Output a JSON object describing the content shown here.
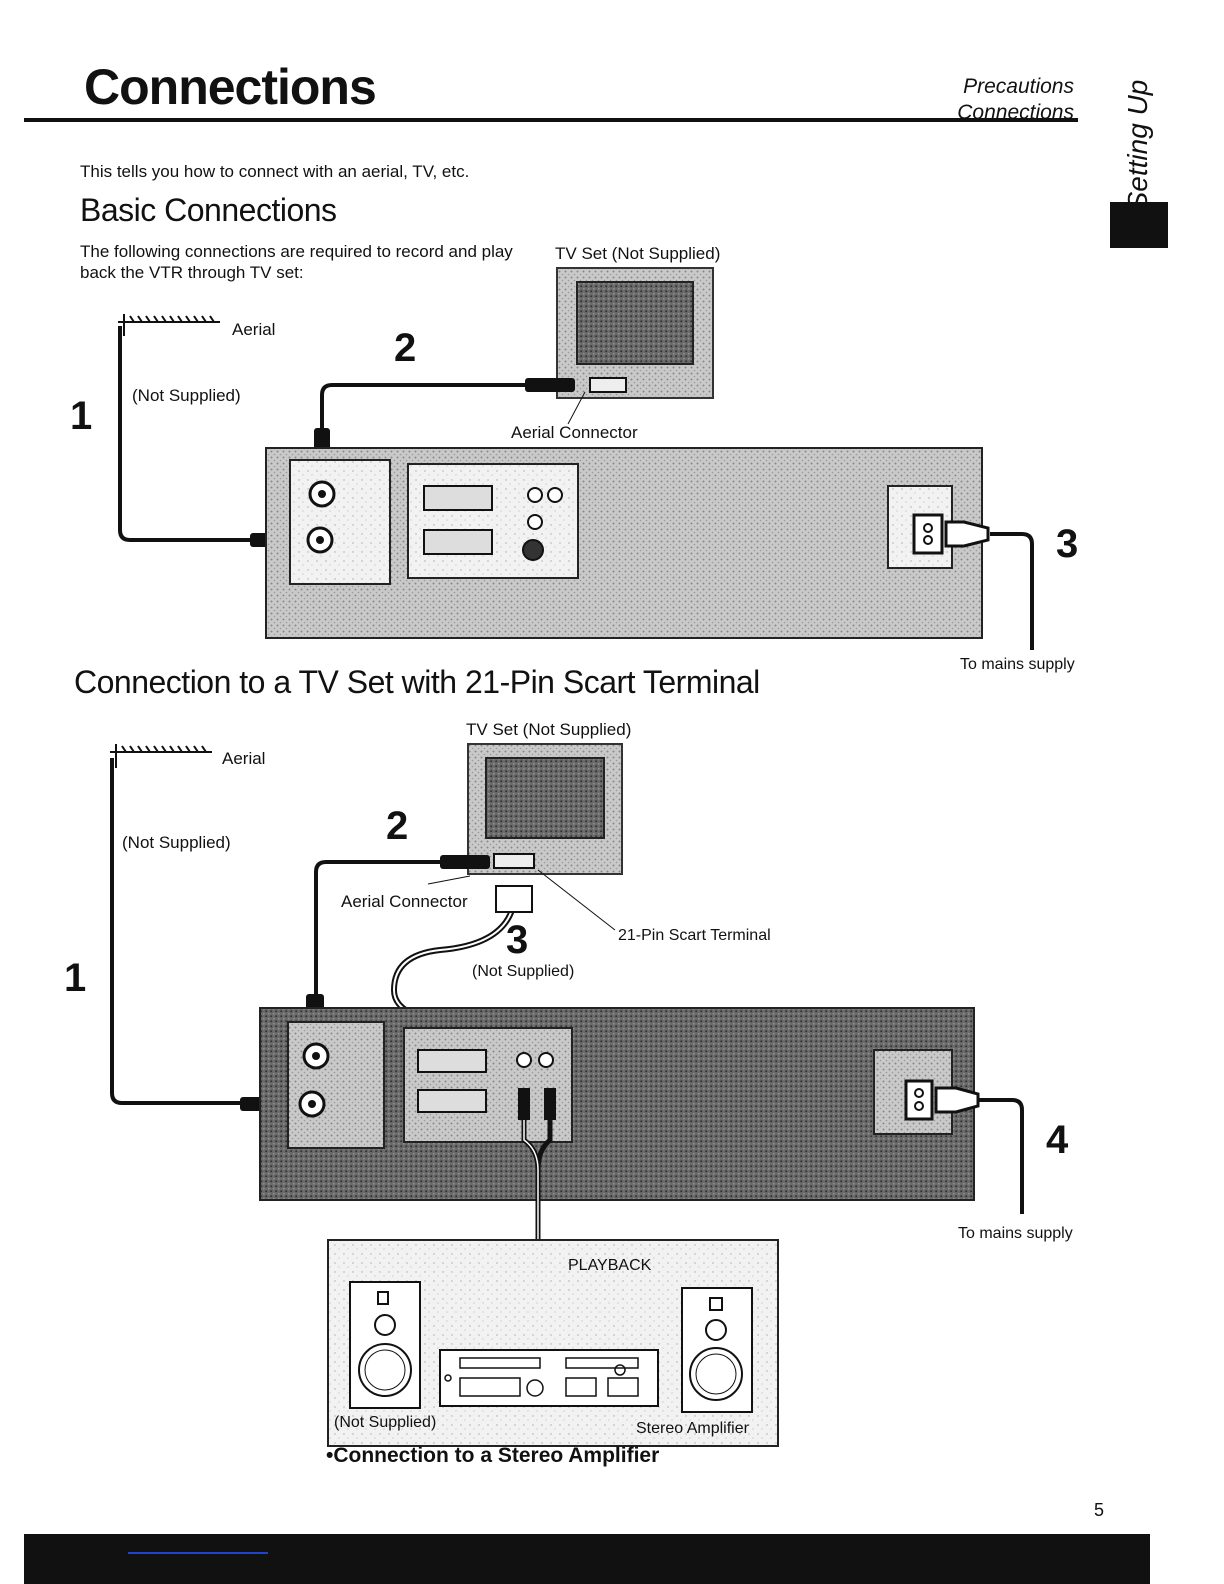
{
  "header": {
    "title": "Connections",
    "nav": [
      "Precautions",
      "Connections"
    ],
    "side_tab": "Setting Up"
  },
  "intro": "This tells you how to connect with an aerial, TV, etc.",
  "basic": {
    "heading": "Basic Connections",
    "description_line1": "The following connections are required to record and play",
    "description_line2": "back the VTR through TV set:",
    "tv_label": "TV Set (Not Supplied)",
    "aerial": "Aerial",
    "not_supplied": "(Not Supplied)",
    "aerial_connector": "Aerial Connector",
    "mains": "To mains supply",
    "steps": [
      "1",
      "2",
      "3"
    ]
  },
  "scart": {
    "heading": "Connection to a TV Set with 21-Pin Scart Terminal",
    "tv_label": "TV Set (Not Supplied)",
    "aerial": "Aerial",
    "not_supplied": "(Not Supplied)",
    "aerial_connector": "Aerial Connector",
    "scart_terminal": "21-Pin Scart Terminal",
    "scart_not_supplied": "(Not Supplied)",
    "mains": "To mains supply",
    "steps": [
      "1",
      "2",
      "3",
      "4"
    ],
    "playback": "PLAYBACK",
    "amp_not_supplied": "(Not Supplied)",
    "amp_label": "Stereo Amplifier",
    "caption": "•Connection to a Stereo Amplifier"
  },
  "page_number": "5",
  "colors": {
    "ink": "#111111",
    "panel_dark": "#5a5a5a",
    "panel_light": "#cfcfcf"
  }
}
